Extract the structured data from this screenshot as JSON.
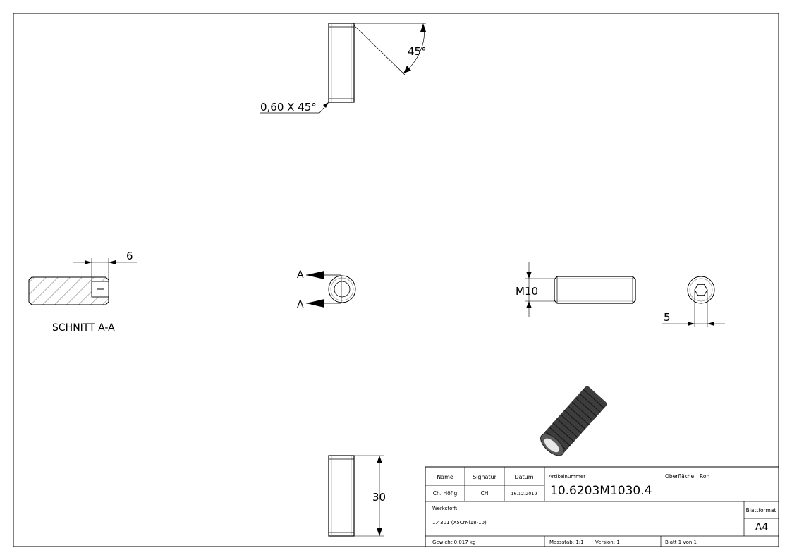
{
  "views": {
    "top_chamfer_label": "0,60 X 45°",
    "top_angle_label": "45°",
    "section_dim": "6",
    "section_title": "SCHNITT A-A",
    "section_mark_upper": "A",
    "section_mark_lower": "A",
    "thread_label": "M10",
    "hex_dim": "5",
    "length_dim": "30"
  },
  "title_block": {
    "header_name": "Name",
    "header_signatur": "Signatur",
    "header_datum": "Datum",
    "name_value": "Ch. Höfig",
    "signatur_value": "CH",
    "datum_value": "16.12.2019",
    "artikel_label": "Artikelnummer",
    "artikel_value": "10.6203M1030.4",
    "oberflaeche_label": "Oberfläche:",
    "oberflaeche_value": "Roh",
    "werkstoff_label": "Werkstoff:",
    "werkstoff_value": "1.4301 (X5CrNi18-10)",
    "blattformat_label": "Blattformat",
    "blattformat_value": "A4",
    "gewicht": "Gewicht 0.017 kg",
    "massstab": "Massstab: 1:1",
    "version": "Version: 1",
    "blatt": "Blatt 1 von 1"
  }
}
